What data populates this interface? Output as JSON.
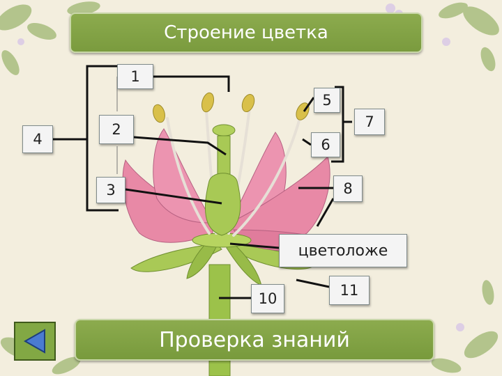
{
  "title": "Строение цветка",
  "labels": {
    "l1": "1",
    "l2": "2",
    "l3": "3",
    "l4": "4",
    "l5": "5",
    "l6": "6",
    "l7": "7",
    "l8": "8",
    "l9": "цветоложе",
    "l10": "10",
    "l11": "11"
  },
  "check_button": "Проверка знаний",
  "back_icon": "triangle-left-icon",
  "colors": {
    "panel_green": "#7f9f42",
    "petal_pink": "#e889a6",
    "stem_green": "#9cc24a"
  }
}
